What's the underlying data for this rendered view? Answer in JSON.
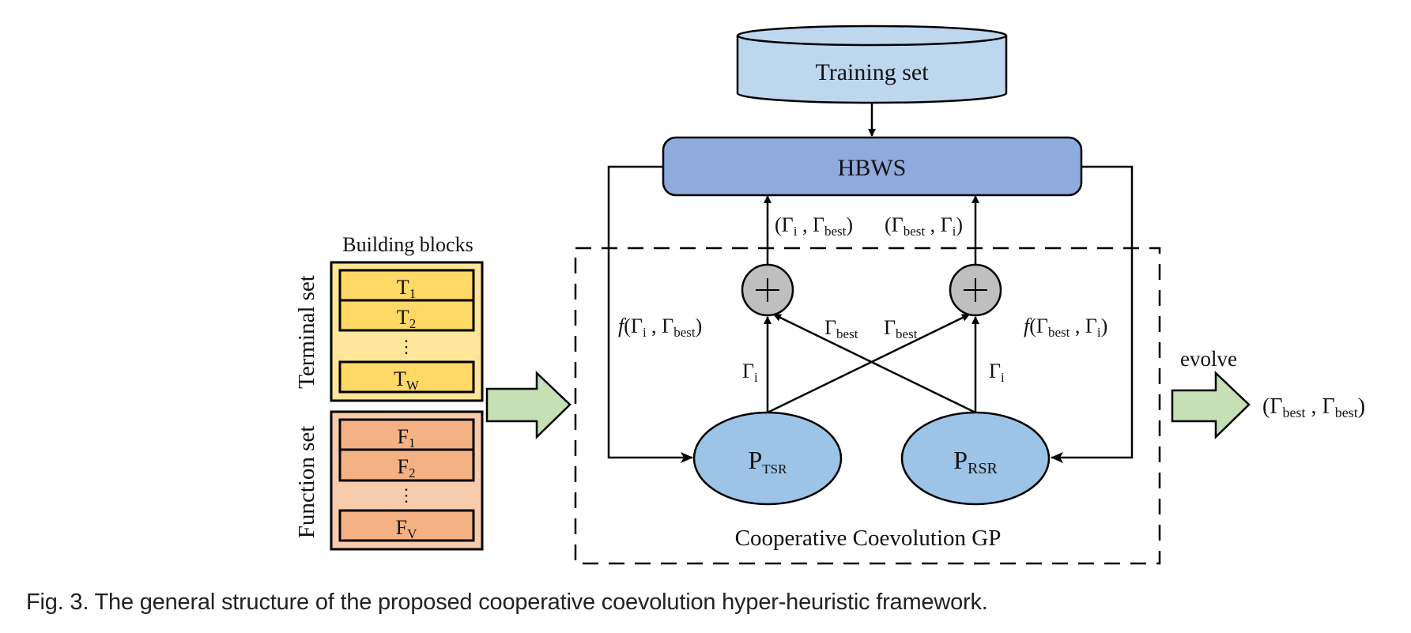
{
  "colors": {
    "training_set_fill": "#bdd7ee",
    "hbws_fill": "#8faadc",
    "population_fill": "#9dc3e6",
    "plus_fill": "#bfbfbf",
    "terminal_outer_fill": "#ffe699",
    "terminal_item_fill": "#ffd966",
    "function_outer_fill": "#f8cbad",
    "function_item_fill": "#f4b183",
    "arrow_fill": "#c5e0b4",
    "stroke": "#000000"
  },
  "training_set": {
    "label": "Training set"
  },
  "hbws": {
    "label": "HBWS"
  },
  "building_blocks": {
    "title": "Building blocks",
    "terminal_set": {
      "label": "Terminal set",
      "items": [
        {
          "base": "T",
          "sub": "1"
        },
        {
          "base": "T",
          "sub": "2"
        },
        {
          "base": "T",
          "sub": "W"
        }
      ],
      "ellipsis": "⋮"
    },
    "function_set": {
      "label": "Function set",
      "items": [
        {
          "base": "F",
          "sub": "1"
        },
        {
          "base": "F",
          "sub": "2"
        },
        {
          "base": "F",
          "sub": "V"
        }
      ],
      "ellipsis": "⋮"
    }
  },
  "ccgp": {
    "label": "Cooperative Coevolution GP",
    "populations": [
      {
        "base": "P",
        "sub": "TSR"
      },
      {
        "base": "P",
        "sub": "RSR"
      }
    ],
    "combiner_symbol": "+",
    "pair_labels": [
      {
        "open": "(Γ",
        "s1": "i",
        "mid": " , Γ",
        "s2": "best",
        "close": ")"
      },
      {
        "open": "(Γ",
        "s1": "best",
        "mid": " , Γ",
        "s2": "i",
        "close": ")"
      }
    ],
    "edge_labels": {
      "left_gamma_i": {
        "base": "Γ",
        "sub": "i"
      },
      "right_gamma_i": {
        "base": "Γ",
        "sub": "i"
      },
      "cross_left": {
        "base": "Γ",
        "sub": "best"
      },
      "cross_right": {
        "base": "Γ",
        "sub": "best"
      }
    },
    "feedback_labels": [
      {
        "f": "f",
        "open": "(Γ",
        "s1": "i",
        "mid": " , Γ",
        "s2": "best",
        "close": ")"
      },
      {
        "f": "f",
        "open": "(Γ",
        "s1": "best",
        "mid": " , Γ",
        "s2": "i",
        "close": ")"
      }
    ]
  },
  "output": {
    "arrow_label": "evolve",
    "result": {
      "open": "(Γ",
      "s1": "best",
      "mid": " , Γ",
      "s2": "best",
      "close": ")"
    }
  },
  "caption": "Fig. 3. The general structure of the proposed cooperative coevolution hyper-heuristic framework."
}
